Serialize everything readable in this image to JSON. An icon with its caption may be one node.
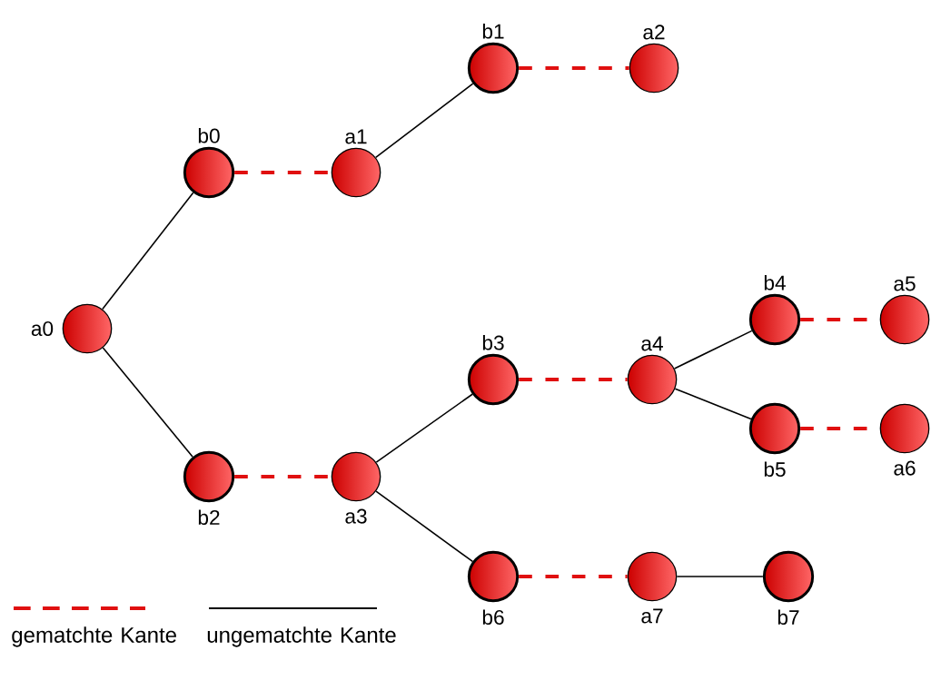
{
  "diagram": {
    "nodes": [
      {
        "text": [
          "a0"
        ]
      },
      {
        "text": [
          "b0"
        ]
      },
      {
        "text": [
          "a1"
        ]
      },
      {
        "text": [
          "b1"
        ]
      },
      {
        "text": [
          "a2"
        ]
      },
      {
        "text": [
          "b2"
        ]
      },
      {
        "text": [
          "a3"
        ]
      },
      {
        "text": [
          "b3"
        ]
      },
      {
        "text": [
          "a4"
        ]
      },
      {
        "text": [
          "b4"
        ]
      },
      {
        "text": [
          "a5"
        ]
      },
      {
        "text": [
          "b5"
        ]
      },
      {
        "text": [
          "a6"
        ]
      },
      {
        "text": [
          "b6"
        ]
      },
      {
        "text": [
          "a7"
        ]
      },
      {
        "text": [
          "b7"
        ]
      }
    ],
    "edges": [
      {
        "from": 0,
        "to": 1,
        "arrow": "none"
      },
      {
        "from": 1,
        "to": 2,
        "arrow": "none",
        "style": "dashed",
        "color": "#e01010"
      },
      {
        "from": 2,
        "to": 3,
        "arrow": "none"
      },
      {
        "from": 3,
        "to": 4,
        "arrow": "none",
        "style": "dashed",
        "color": "#e01010"
      },
      {
        "from": 0,
        "to": 5,
        "arrow": "none"
      },
      {
        "from": 5,
        "to": 6,
        "arrow": "none",
        "style": "dashed",
        "color": "#e01010"
      },
      {
        "from": 6,
        "to": 7,
        "arrow": "none"
      },
      {
        "from": 7,
        "to": 8,
        "arrow": "none",
        "style": "dashed",
        "color": "#e01010"
      },
      {
        "from": 8,
        "to": 9,
        "arrow": "none"
      },
      {
        "from": 9,
        "to": 10,
        "arrow": "none",
        "style": "dashed",
        "color": "#e01010"
      },
      {
        "from": 8,
        "to": 11,
        "arrow": "none"
      },
      {
        "from": 11,
        "to": 12,
        "arrow": "none",
        "style": "dashed",
        "color": "#e01010"
      },
      {
        "from": 6,
        "to": 13,
        "arrow": "none"
      },
      {
        "from": 13,
        "to": 14,
        "arrow": "none",
        "style": "dashed",
        "color": "#e01010"
      },
      {
        "from": 14,
        "to": 15,
        "arrow": "none"
      }
    ],
    "legend": [
      {
        "text": "gematchte Kante"
      },
      {
        "text": "ungematchte Kante"
      }
    ]
  }
}
